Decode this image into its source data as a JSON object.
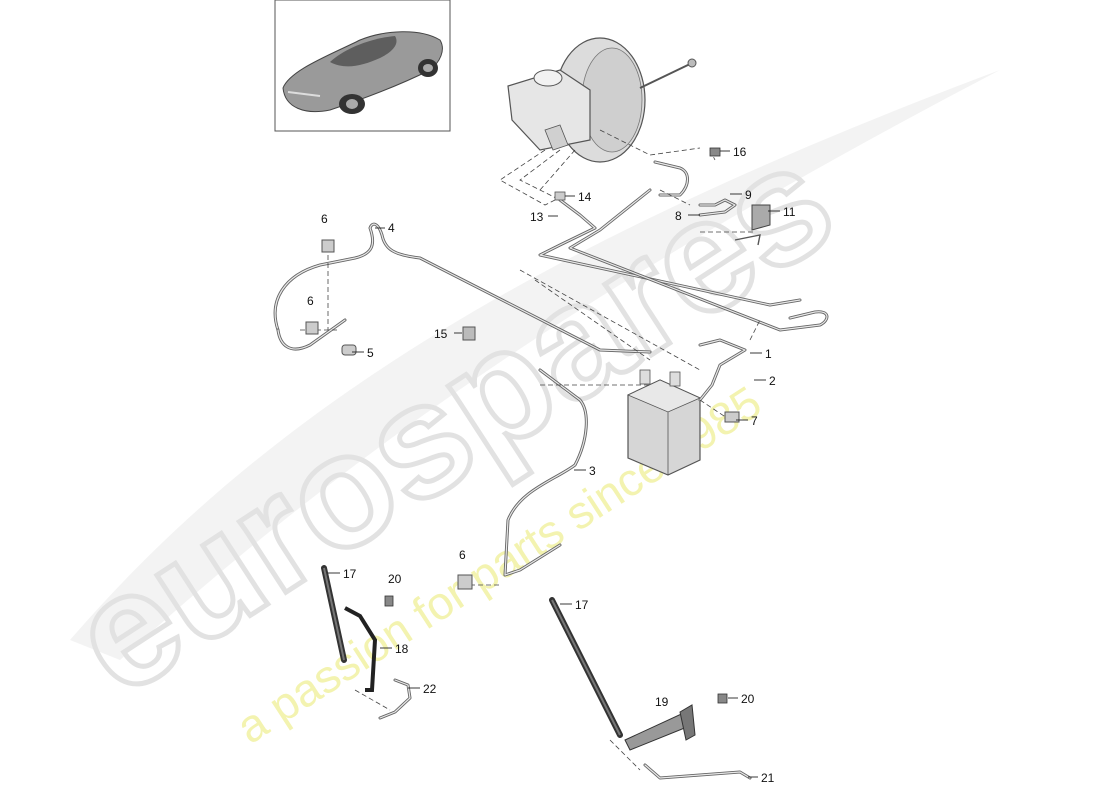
{
  "watermark": {
    "brand": "eurospares",
    "tagline": "a passion for parts since 1985",
    "brand_color": "#e6e6e6",
    "tagline_color": "#f2f2a6"
  },
  "thumbnail": {
    "icon": "car-icon"
  },
  "callouts": [
    {
      "id": "c1",
      "text": "1"
    },
    {
      "id": "c2",
      "text": "2"
    },
    {
      "id": "c3",
      "text": "3"
    },
    {
      "id": "c4",
      "text": "4"
    },
    {
      "id": "c5",
      "text": "5"
    },
    {
      "id": "c6a",
      "text": "6"
    },
    {
      "id": "c6b",
      "text": "6"
    },
    {
      "id": "c6c",
      "text": "6"
    },
    {
      "id": "c7",
      "text": "7"
    },
    {
      "id": "c8",
      "text": "8"
    },
    {
      "id": "c9",
      "text": "9"
    },
    {
      "id": "c11",
      "text": "11"
    },
    {
      "id": "c13",
      "text": "13"
    },
    {
      "id": "c14",
      "text": "14"
    },
    {
      "id": "c15",
      "text": "15"
    },
    {
      "id": "c16",
      "text": "16"
    },
    {
      "id": "c17a",
      "text": "17"
    },
    {
      "id": "c17b",
      "text": "17"
    },
    {
      "id": "c18",
      "text": "18"
    },
    {
      "id": "c19",
      "text": "19"
    },
    {
      "id": "c20a",
      "text": "20"
    },
    {
      "id": "c20b",
      "text": "20"
    },
    {
      "id": "c21",
      "text": "21"
    },
    {
      "id": "c22",
      "text": "22"
    }
  ]
}
